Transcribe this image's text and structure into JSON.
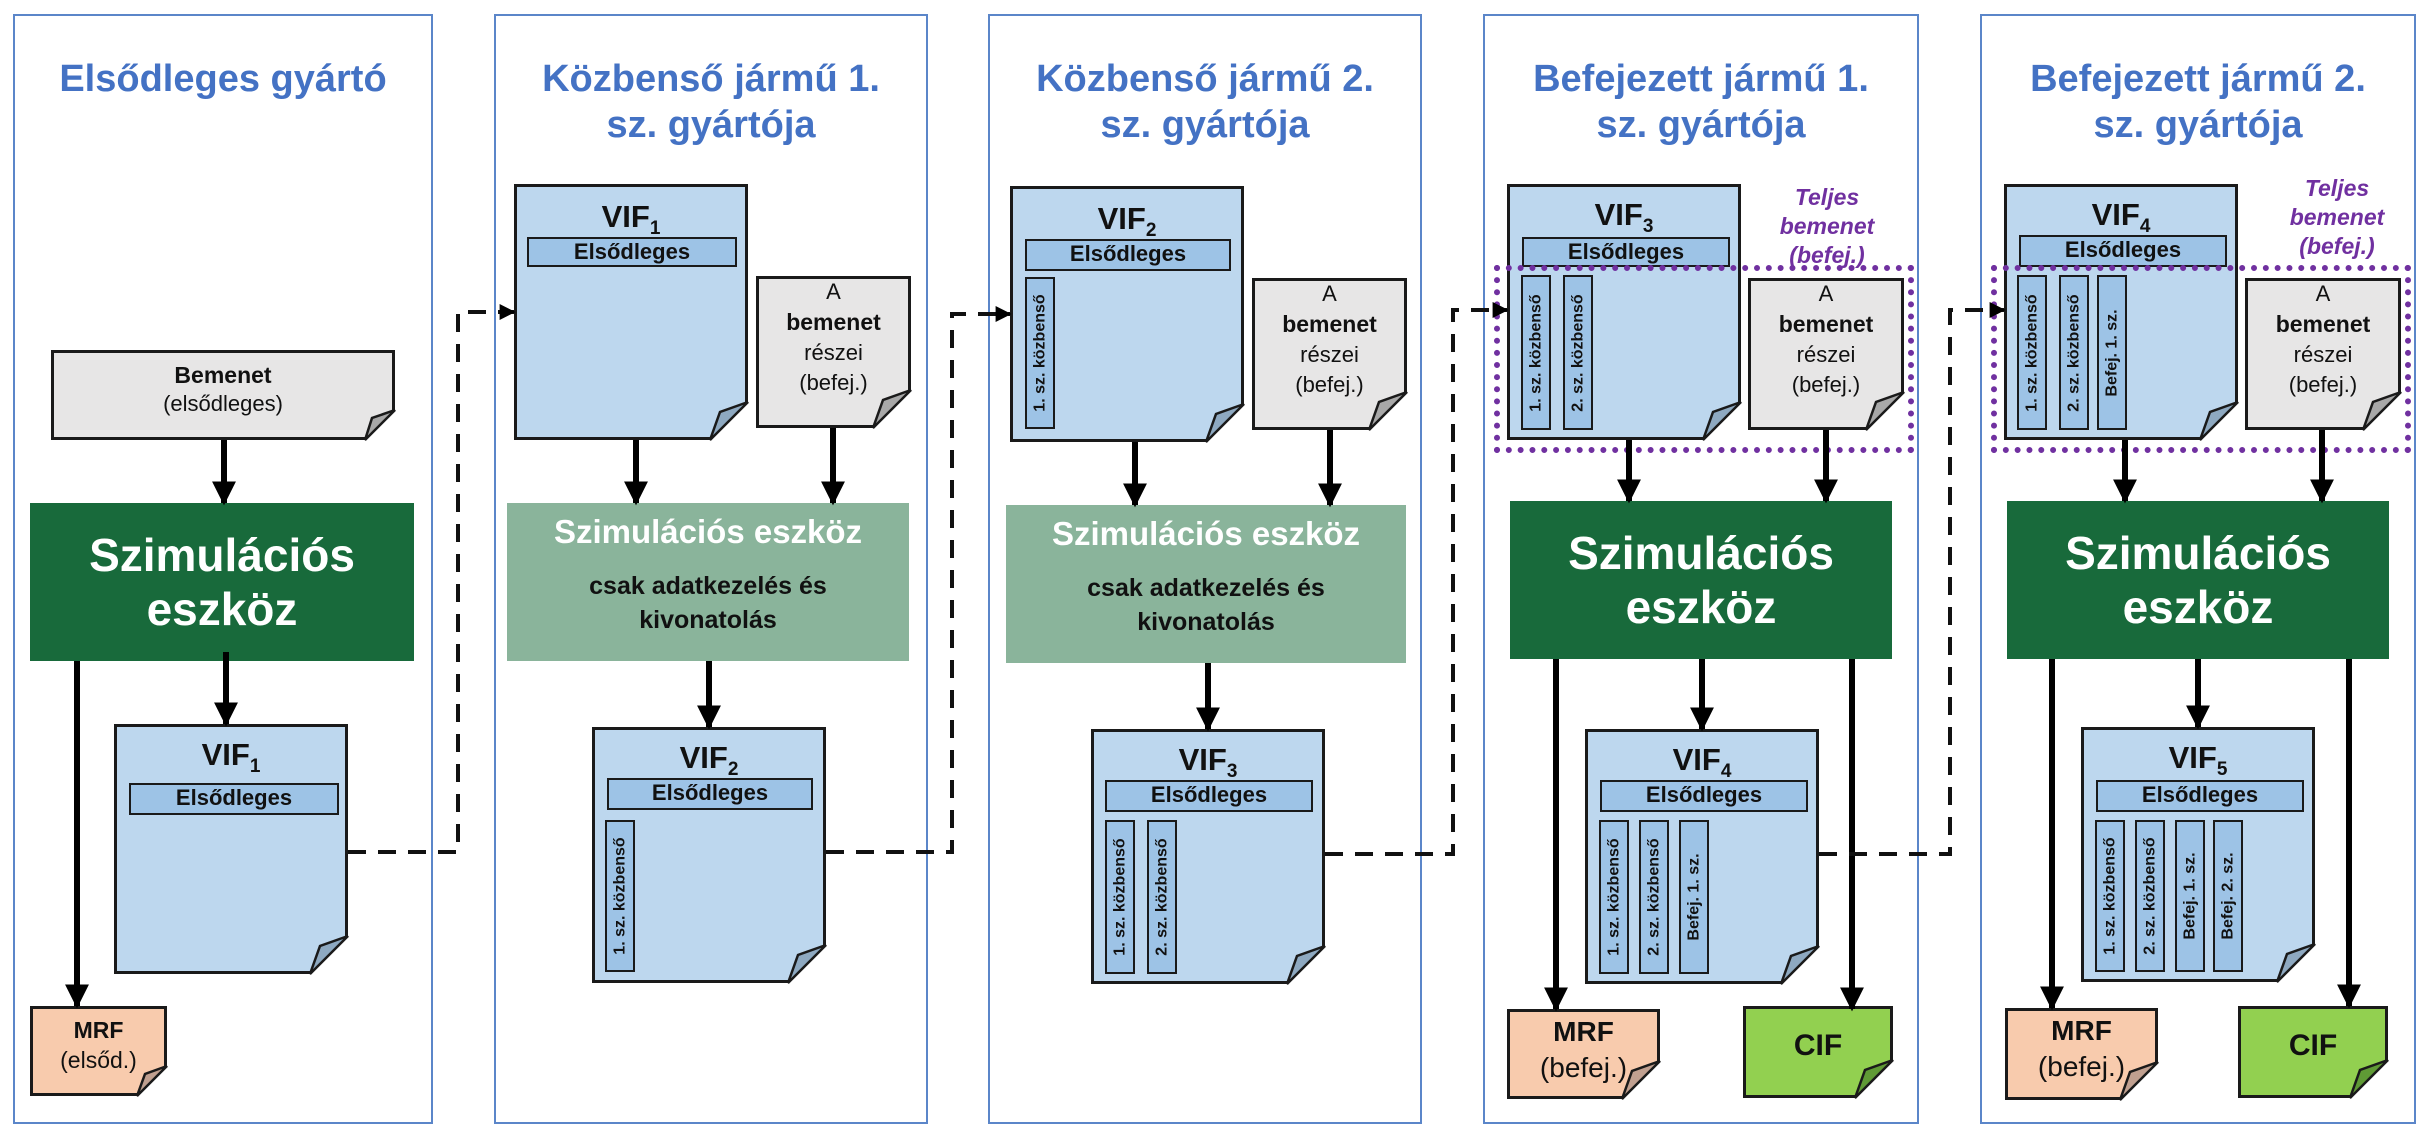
{
  "panels": [
    {
      "title_line1": "Elsődleges gyártó",
      "title_line2": ""
    },
    {
      "title_line1": "Közbenső jármű 1.",
      "title_line2": "sz. gyártója"
    },
    {
      "title_line1": "Közbenső jármű 2.",
      "title_line2": "sz. gyártója"
    },
    {
      "title_line1": "Befejezett jármű 1.",
      "title_line2": "sz. gyártója"
    },
    {
      "title_line1": "Befejezett jármű 2.",
      "title_line2": "sz. gyártója"
    }
  ],
  "primary_input": {
    "title": "Bemenet",
    "subtitle": "(elsődleges)"
  },
  "partial_input": {
    "line1": "A",
    "line2": "bemenet",
    "line3": "részei",
    "line4": "(befej.)"
  },
  "full_input_label": {
    "line1": "Teljes",
    "line2": "bemenet",
    "line3": "(befej.)"
  },
  "sim_tool": {
    "full_line1": "Szimulációs",
    "full_line2": "eszköz",
    "light_title": "Szimulációs eszköz",
    "light_sub_line1": "csak adatkezelés és",
    "light_sub_line2": "kivonatolás"
  },
  "vif": {
    "prefix": "VIF",
    "primary_label": "Elsődleges"
  },
  "vif_subscripts": {
    "p1_out": "1",
    "p2_in": "1",
    "p2_out": "2",
    "p3_in": "2",
    "p3_out": "3",
    "p4_in": "3",
    "p4_out": "4",
    "p5_in": "4",
    "p5_out": "5"
  },
  "layers": {
    "int1": "1. sz. közbenső",
    "int2": "2. sz. közbenső",
    "fin1": "Befej. 1. sz.",
    "fin2": "Befej. 2. sz."
  },
  "mrf": {
    "title": "MRF",
    "primary_sub": "(elsőd.)",
    "final_sub": "(befej.)"
  },
  "cif": {
    "title": "CIF"
  },
  "colors": {
    "panel_border": "#5b86c9",
    "panel_title": "#4472c4",
    "vif_fill": "#bdd7ee",
    "layer_fill": "#9dc3e6",
    "sim_dark": "#186a3b",
    "sim_light": "#8ab49b",
    "mrf_fill": "#f8cbad",
    "cif_fill": "#92d050",
    "input_fill": "#e7e6e6",
    "full_input_accent": "#7030a0"
  }
}
